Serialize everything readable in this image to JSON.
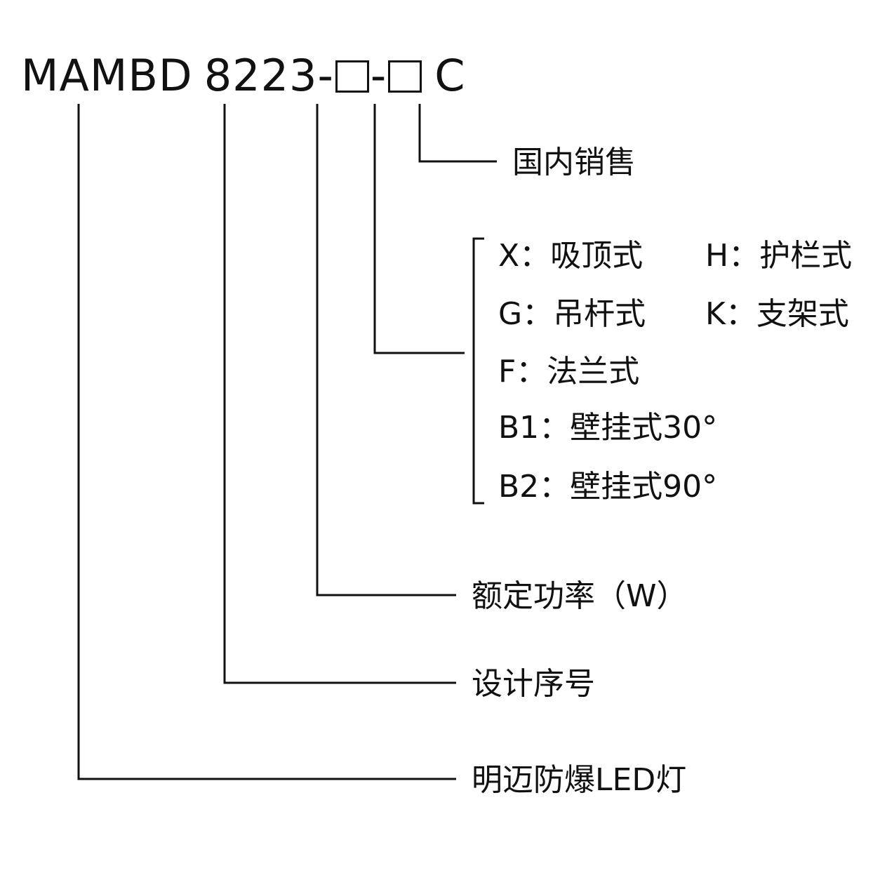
{
  "model_code": {
    "prefix": "MAMBD",
    "series": "8223-",
    "separator": "-",
    "suffix": "C"
  },
  "labels": {
    "domestic": "国内销售",
    "rated_power": "额定功率（W）",
    "design_serial": "设计序号",
    "product_name": "明迈防爆LED灯"
  },
  "mount_options": [
    {
      "text": "X：吸顶式"
    },
    {
      "text": "H：护栏式"
    },
    {
      "text": "G：吊杆式"
    },
    {
      "text": "K：支架式"
    },
    {
      "text": "F：法兰式"
    },
    {
      "text": "B1：壁挂式30°"
    },
    {
      "text": "B2：壁挂式90°"
    }
  ],
  "colors": {
    "line": "#111111",
    "text": "#111111",
    "background": "#ffffff"
  }
}
